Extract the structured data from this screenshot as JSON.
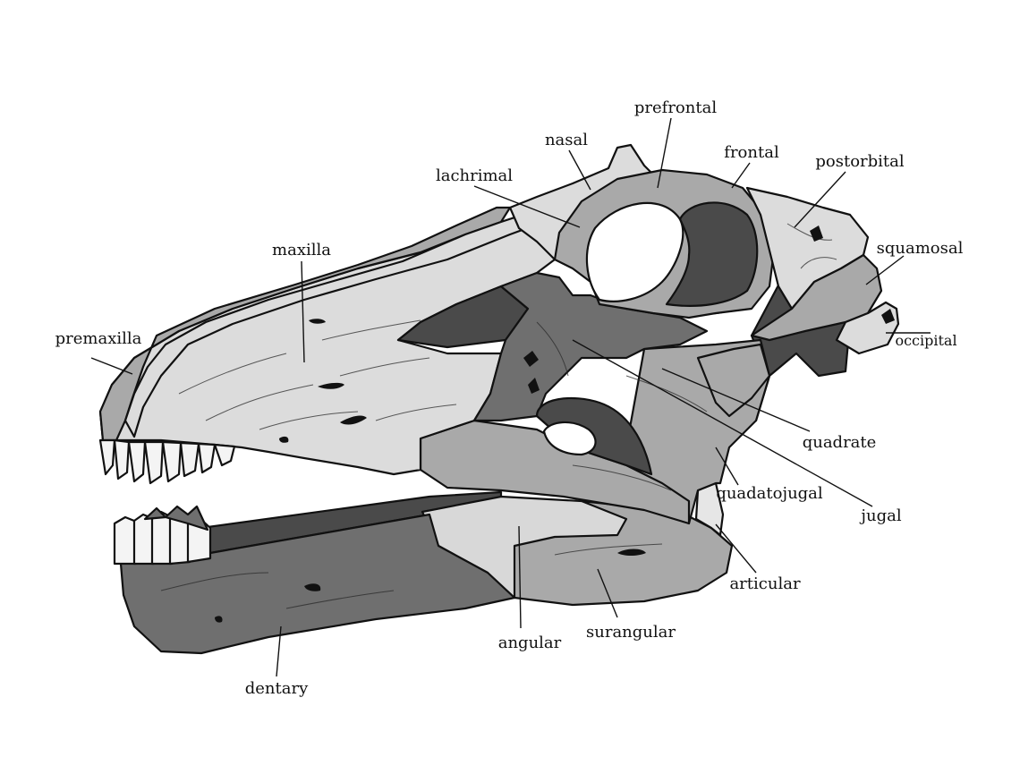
{
  "labels": {
    "prefrontal": "prefrontal",
    "nasal": "nasal",
    "frontal": "frontal",
    "postorbital": "postorbital",
    "lachrimal": "lachrimal",
    "squamosal": "squamosal",
    "maxilla": "maxilla",
    "premaxilla": "premaxilla",
    "occipital": "occipital",
    "quadrate": "quadrate",
    "quadatojugal": "quadatojugal",
    "jugal": "jugal",
    "articular": "articular",
    "surangular": "surangular",
    "angular": "angular",
    "dentary": "dentary"
  },
  "colors": {
    "light_bone": "#dcdcdc",
    "mid_bone": "#a9a9a9",
    "dark_bone": "#6f6f6f",
    "darkest": "#4a4a4a",
    "outline": "#111111",
    "teeth": "#f4f4f4"
  }
}
